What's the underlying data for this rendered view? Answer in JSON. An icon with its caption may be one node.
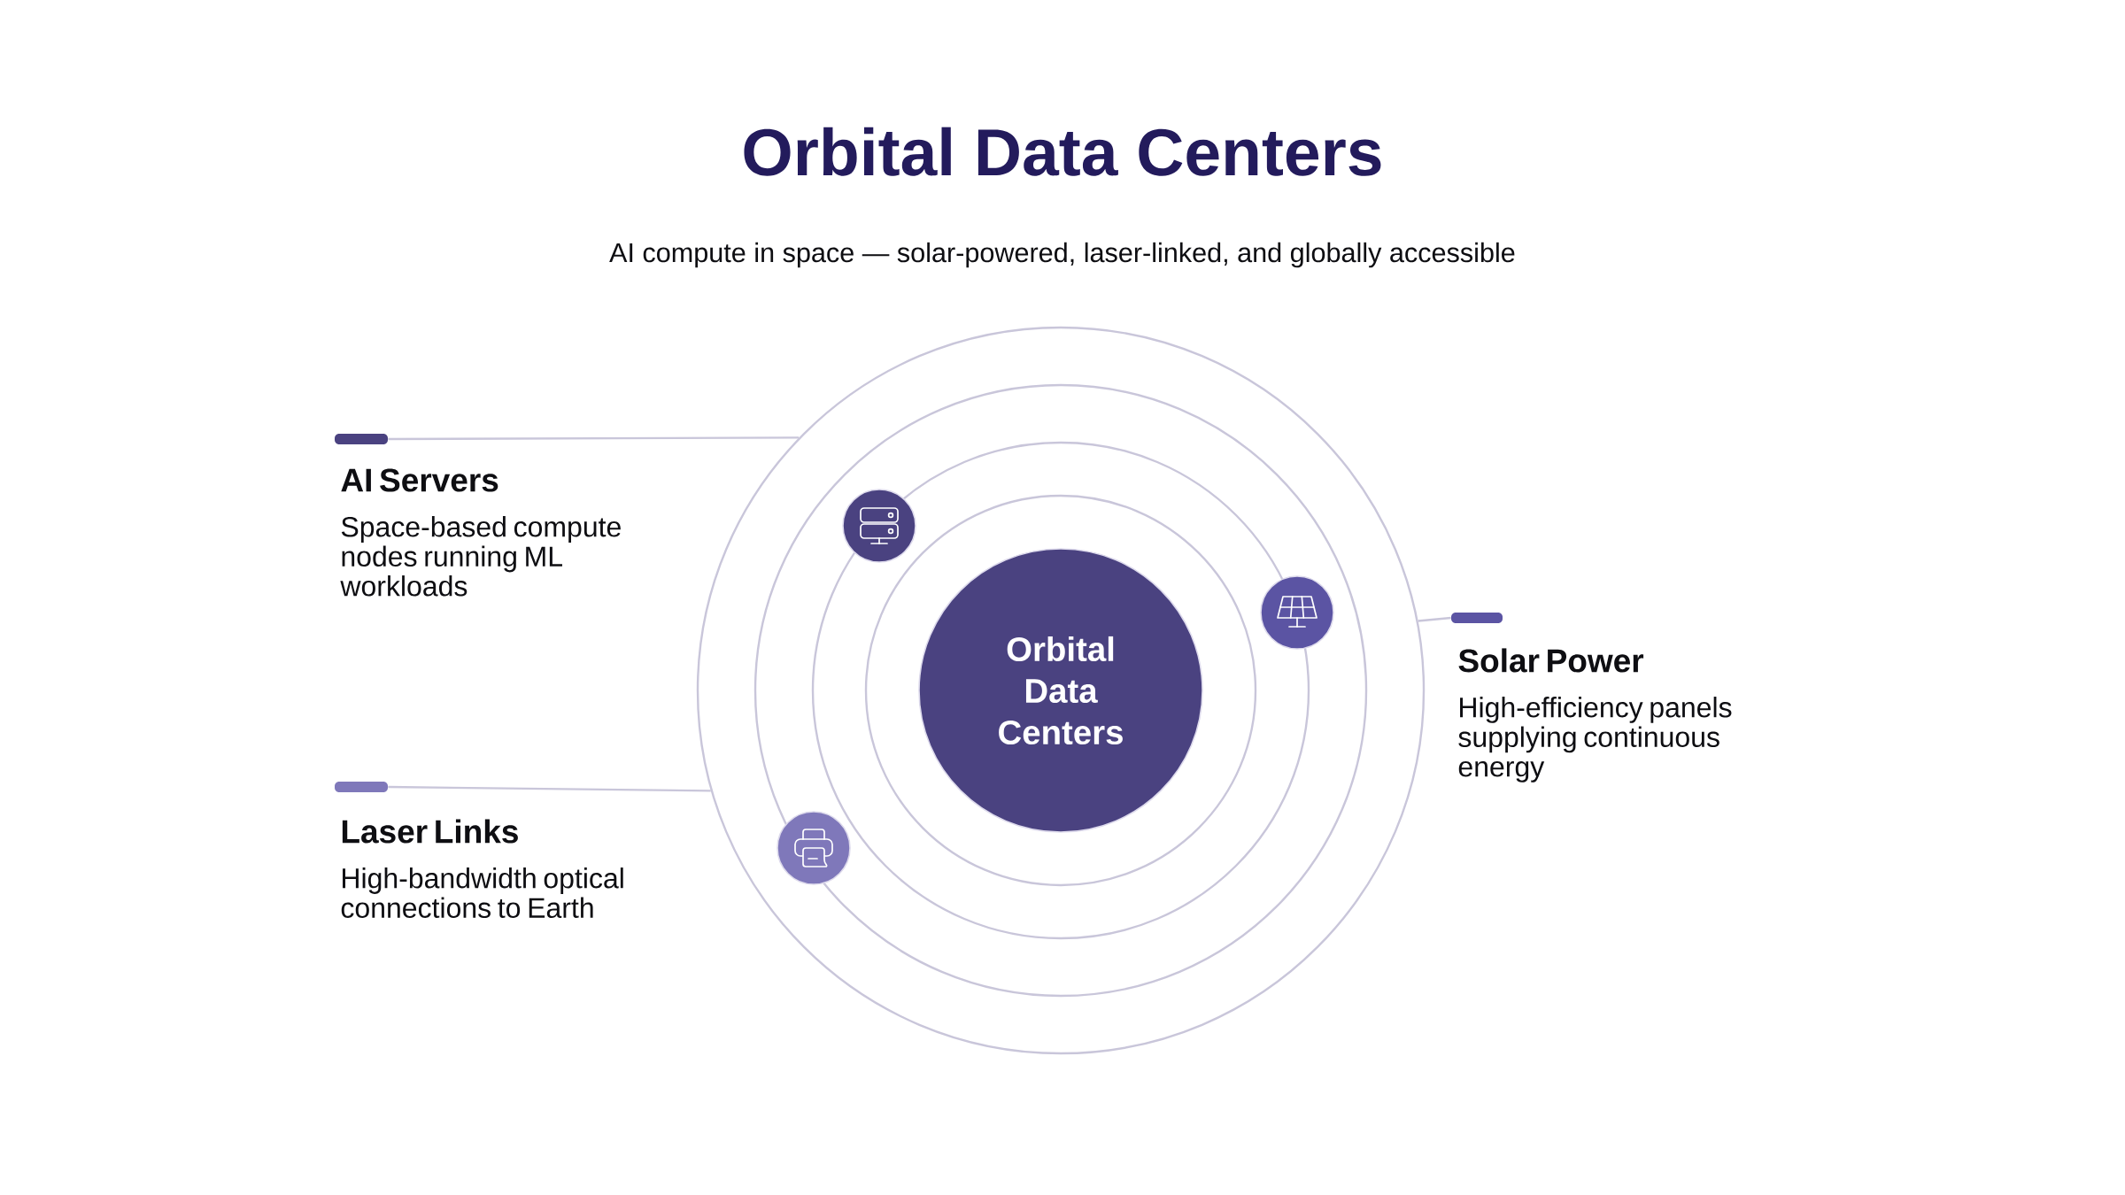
{
  "diagram": {
    "title": "Orbital Data Centers",
    "caption": "AI compute in space — solar-powered, laser-linked, and globally accessible",
    "nodes": [
      {
        "text": [],
        "shape": "bar"
      },
      {
        "text": [
          "AI Servers",
          "Space-based compute nodes running ML workloads"
        ]
      },
      {
        "text": [],
        "shape": "bar"
      },
      {
        "text": [
          "Laser Links",
          "High-bandwidth optical connections to Earth"
        ]
      },
      {
        "text": [],
        "shape": "circle"
      },
      {
        "text": [],
        "shape": "circle",
        "in": 4
      },
      {
        "text": [
          "Orbital Data Centers"
        ],
        "in": 4
      },
      {
        "text": [],
        "shape": "circle",
        "in": 4
      },
      {
        "text": [],
        "shape": "circle",
        "in": 4
      },
      {
        "text": [],
        "shape": "bar"
      },
      {
        "text": [
          "Solar Power",
          "High-efficiency panels supplying continuous energy"
        ]
      }
    ],
    "edges": [
      {
        "from": 0,
        "to": 4,
        "arrow": "none"
      },
      {
        "from": 2,
        "to": 4,
        "arrow": "none"
      },
      {
        "from": 9,
        "to": 4,
        "arrow": "none"
      }
    ]
  }
}
